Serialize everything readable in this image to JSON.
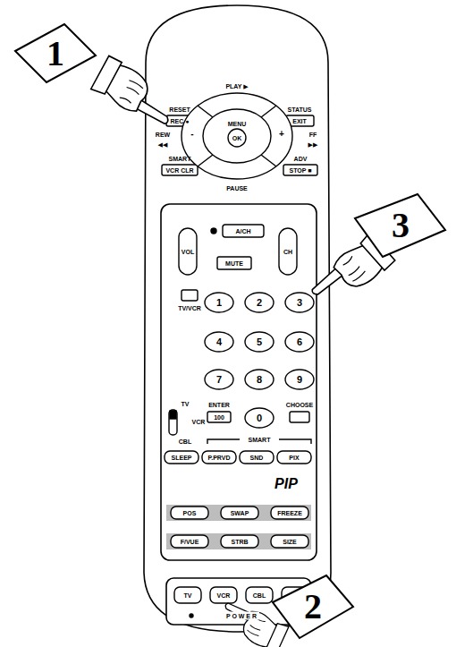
{
  "diagram": {
    "nodes": [
      {
        "text": [
          "1"
        ]
      },
      {
        "text": [
          "3"
        ]
      },
      {
        "text": [
          "2"
        ]
      }
    ],
    "labels": [
      "RESET",
      "REC ●",
      "PLAY ▶",
      "STATUS",
      "EXIT",
      "REW",
      "◀◀",
      "MENU",
      "OK",
      "-",
      "+",
      "FF",
      "▶▶",
      "SMART",
      "VCR CLR",
      "ADV",
      "STOP ■",
      "PAUSE",
      "A/CH",
      "VOL",
      "CH",
      "MUTE",
      "TV/VCR",
      "1",
      "2",
      "3",
      "4",
      "5",
      "6",
      "7",
      "8",
      "9",
      "TV",
      "VCR",
      "CBL",
      "ENTER",
      "100",
      "0",
      "CHOOSE",
      "SMART",
      "SLEEP",
      "P.PRVD",
      "SND",
      "PIX",
      "PIP",
      "POS",
      "SWAP",
      "FREEZE",
      "F/VUE",
      "STRB",
      "SIZE",
      "TV",
      "VCR",
      "CBL",
      "PIP",
      "P O W E R"
    ]
  }
}
